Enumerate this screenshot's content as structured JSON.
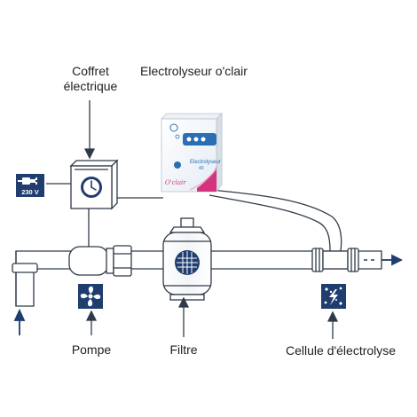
{
  "labels": {
    "coffret_line1": "Coffret",
    "coffret_line2": "électrique",
    "electrolyseur": "Electrolyseur o'clair",
    "pompe": "Pompe",
    "filtre": "Filtre",
    "cellule": "Cellule d'électrolyse",
    "power_badge": "230 V",
    "device_brand": "O'clair",
    "device_model_line1": "Electrolyseur",
    "device_model_line2": "40"
  },
  "icons": {
    "power": "plug-icon",
    "timer": "clock-icon",
    "pump": "fan-icon",
    "filter": "filter-grid-icon",
    "cell": "electrolysis-icon"
  },
  "colors": {
    "pipe_stroke": "#2f3a48",
    "pipe_fill": "#ffffff",
    "icon_tile": "#1f3d6e",
    "device_blue": "#2a6fb2",
    "device_accent": "#d6337f",
    "text": "#1e1e1e"
  }
}
